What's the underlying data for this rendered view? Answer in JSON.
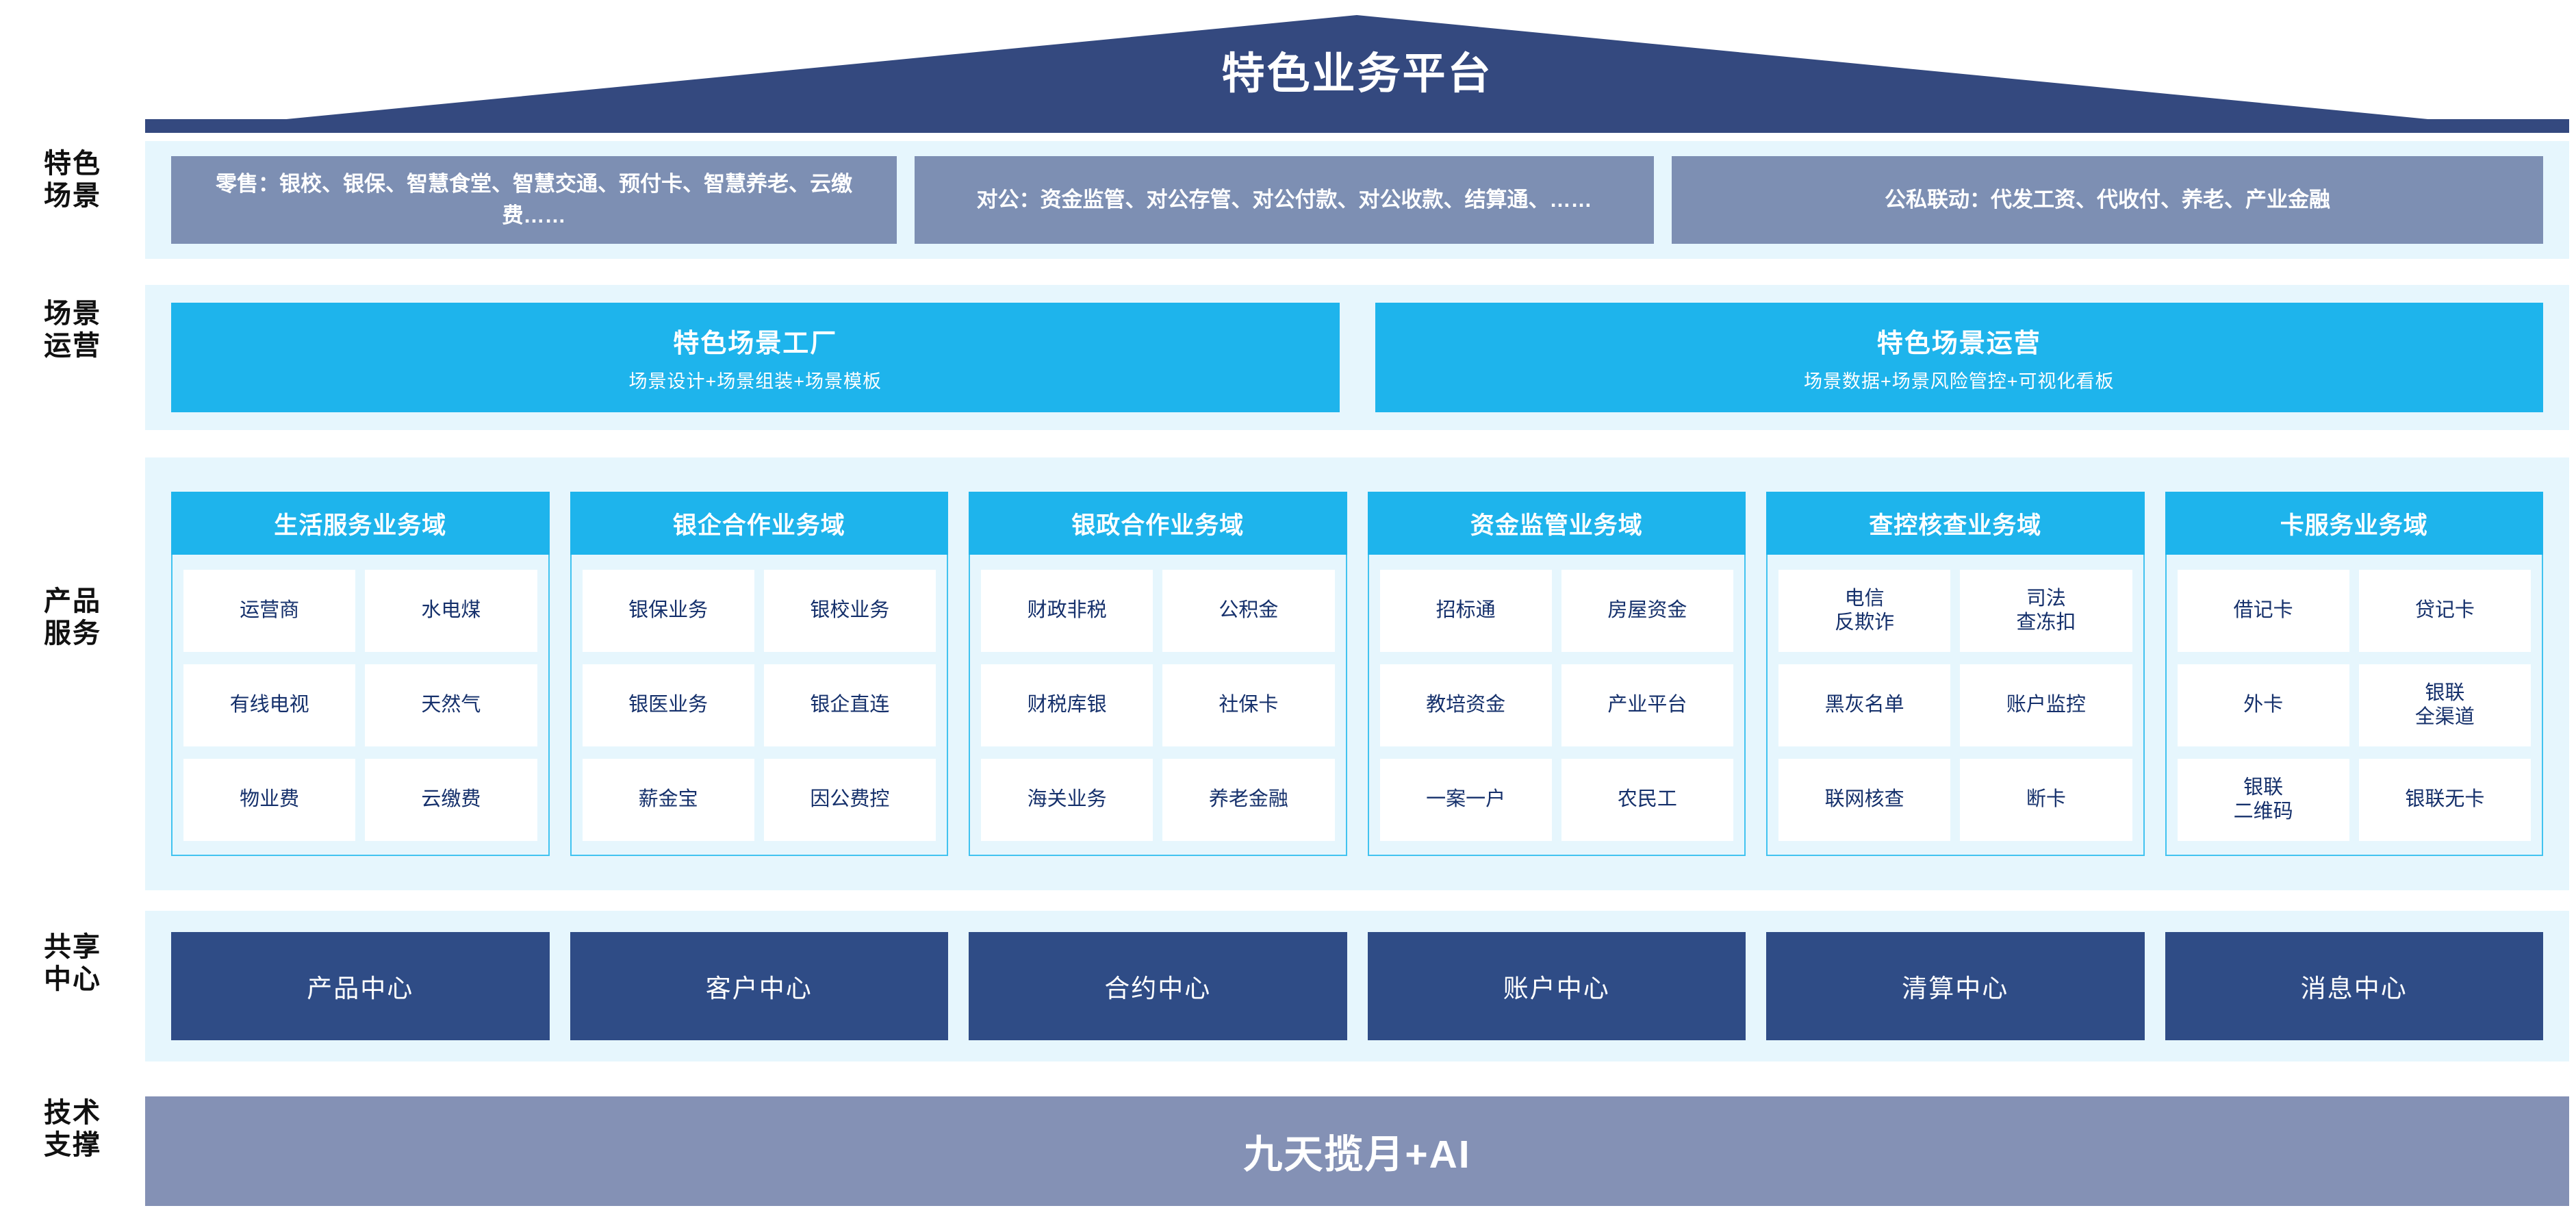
{
  "title": "特色业务平台",
  "rail": [
    {
      "label": "特色\n场景"
    },
    {
      "label": "场景\n运营"
    },
    {
      "label": "产品\n服务"
    },
    {
      "label": "共享\n中心"
    },
    {
      "label": "技术\n支撑"
    }
  ],
  "scenarios": [
    {
      "text": "零售：银校、银保、智慧食堂、智慧交通、预付卡、智慧养老、云缴费……"
    },
    {
      "text": "对公：资金监管、对公存管、对公付款、对公收款、结算通、……"
    },
    {
      "text": "公私联动：代发工资、代收付、养老、产业金融"
    }
  ],
  "operations": [
    {
      "title": "特色场景工厂",
      "sub": "场景设计+场景组装+场景模板"
    },
    {
      "title": "特色场景运营",
      "sub": "场景数据+场景风险管控+可视化看板"
    }
  ],
  "domains": [
    {
      "title": "生活服务业务域",
      "items": [
        "运营商",
        "水电煤",
        "有线电视",
        "天然气",
        "物业费",
        "云缴费"
      ]
    },
    {
      "title": "银企合作业务域",
      "items": [
        "银保业务",
        "银校业务",
        "银医业务",
        "银企直连",
        "薪金宝",
        "因公费控"
      ]
    },
    {
      "title": "银政合作业务域",
      "items": [
        "财政非税",
        "公积金",
        "财税库银",
        "社保卡",
        "海关业务",
        "养老金融"
      ]
    },
    {
      "title": "资金监管业务域",
      "items": [
        "招标通",
        "房屋资金",
        "教培资金",
        "产业平台",
        "一案一户",
        "农民工"
      ]
    },
    {
      "title": "查控核查业务域",
      "items": [
        "电信\n反欺诈",
        "司法\n查冻扣",
        "黑灰名单",
        "账户监控",
        "联网核查",
        "断卡"
      ]
    },
    {
      "title": "卡服务业务域",
      "items": [
        "借记卡",
        "贷记卡",
        "外卡",
        "银联\n全渠道",
        "银联\n二维码",
        "银联无卡"
      ]
    }
  ],
  "shared_centers": [
    {
      "label": "产品中心"
    },
    {
      "label": "客户中心"
    },
    {
      "label": "合约中心"
    },
    {
      "label": "账户中心"
    },
    {
      "label": "清算中心"
    },
    {
      "label": "消息中心"
    }
  ],
  "tech_support": {
    "label": "九天揽月+AI"
  },
  "colors": {
    "roof_navy": "#34497f",
    "band_bg": "#e6f6fd",
    "scenario_box": "#7d8fb3",
    "cyan": "#1eb4ec",
    "cyan_border": "#41c3f0",
    "shared_navy": "#2f4c86",
    "tech_bar": "#8491b5",
    "cell_text": "#15306b"
  }
}
